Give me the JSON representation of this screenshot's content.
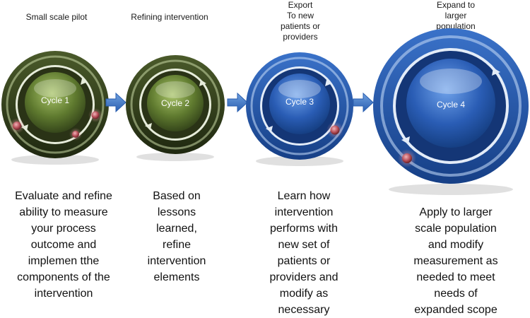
{
  "stages": [
    {
      "caption": "Small scale pilot",
      "cycle_label": "Cycle 1",
      "description": "Evaluate and refine\nability to measure\nyour process\noutcome and\nimplemen tthe\ncomponents of the\nintervention"
    },
    {
      "caption": "Refining intervention",
      "cycle_label": "Cycle 2",
      "description": "Based on\nlessons\nlearned,\nrefine\nintervention\nelements"
    },
    {
      "caption": "Export\nTo new\npatients or\nproviders",
      "cycle_label": "Cycle 3",
      "description": "Learn how\nintervention\nperforms with\nnew set of\npatients or\nproviders and\nmodify as\nnecessary"
    },
    {
      "caption": "Expand to\nlarger\npopulation",
      "cycle_label": "Cycle 4",
      "description": "Apply to larger\nscale population\nand modify\nmeasurement as\nneeded to meet\nneeds of\nexpanded scope"
    }
  ],
  "colors": {
    "ring_green": "#2f3a1d",
    "center_green": "#6e8a3a",
    "ring_blue": "#1d4fa0",
    "center_blue": "#2c5fb8",
    "arrow_blue": "#3d78c8",
    "marker": "#b8505a"
  }
}
